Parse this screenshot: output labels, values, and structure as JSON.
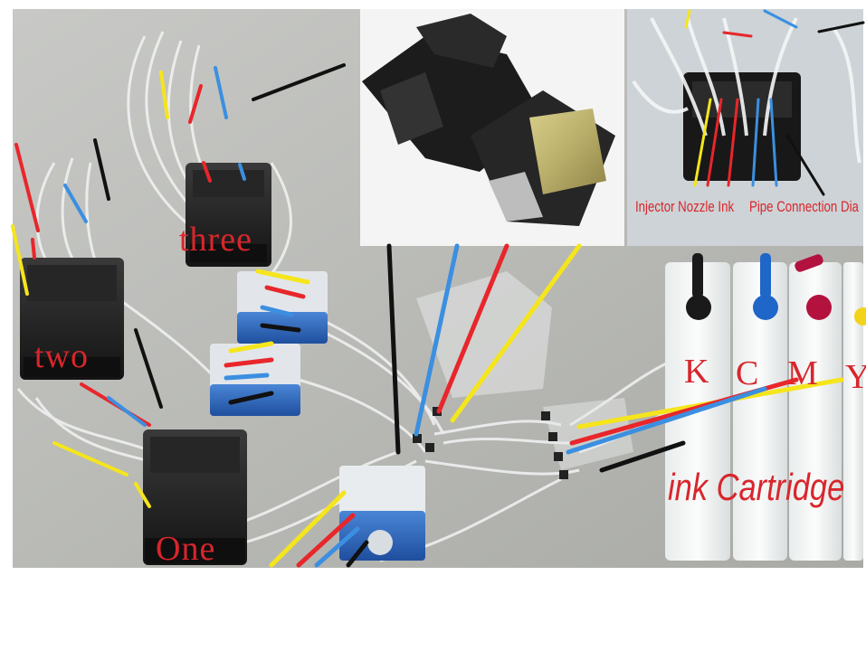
{
  "photo": {
    "labels": {
      "one": "One",
      "two": "two",
      "three": "three",
      "ink_k": "K",
      "ink_c": "C",
      "ink_m": "M",
      "ink_y": "Y",
      "ink_cartridge": "ink Cartridge",
      "injector_nozzle_ink": "Injector Nozzle Ink",
      "pipe_connection": "Pipe Connection Dia"
    },
    "ink_colors": {
      "K": "#1a1a1a",
      "C": "#1f66c9",
      "M": "#b3123f",
      "Y": "#f2d21b"
    },
    "arrow_colors": {
      "yellow": "#f5e51c",
      "red": "#e8262b",
      "blue": "#3c8fe0",
      "black": "#111111"
    },
    "label_color": "#d8262c"
  }
}
